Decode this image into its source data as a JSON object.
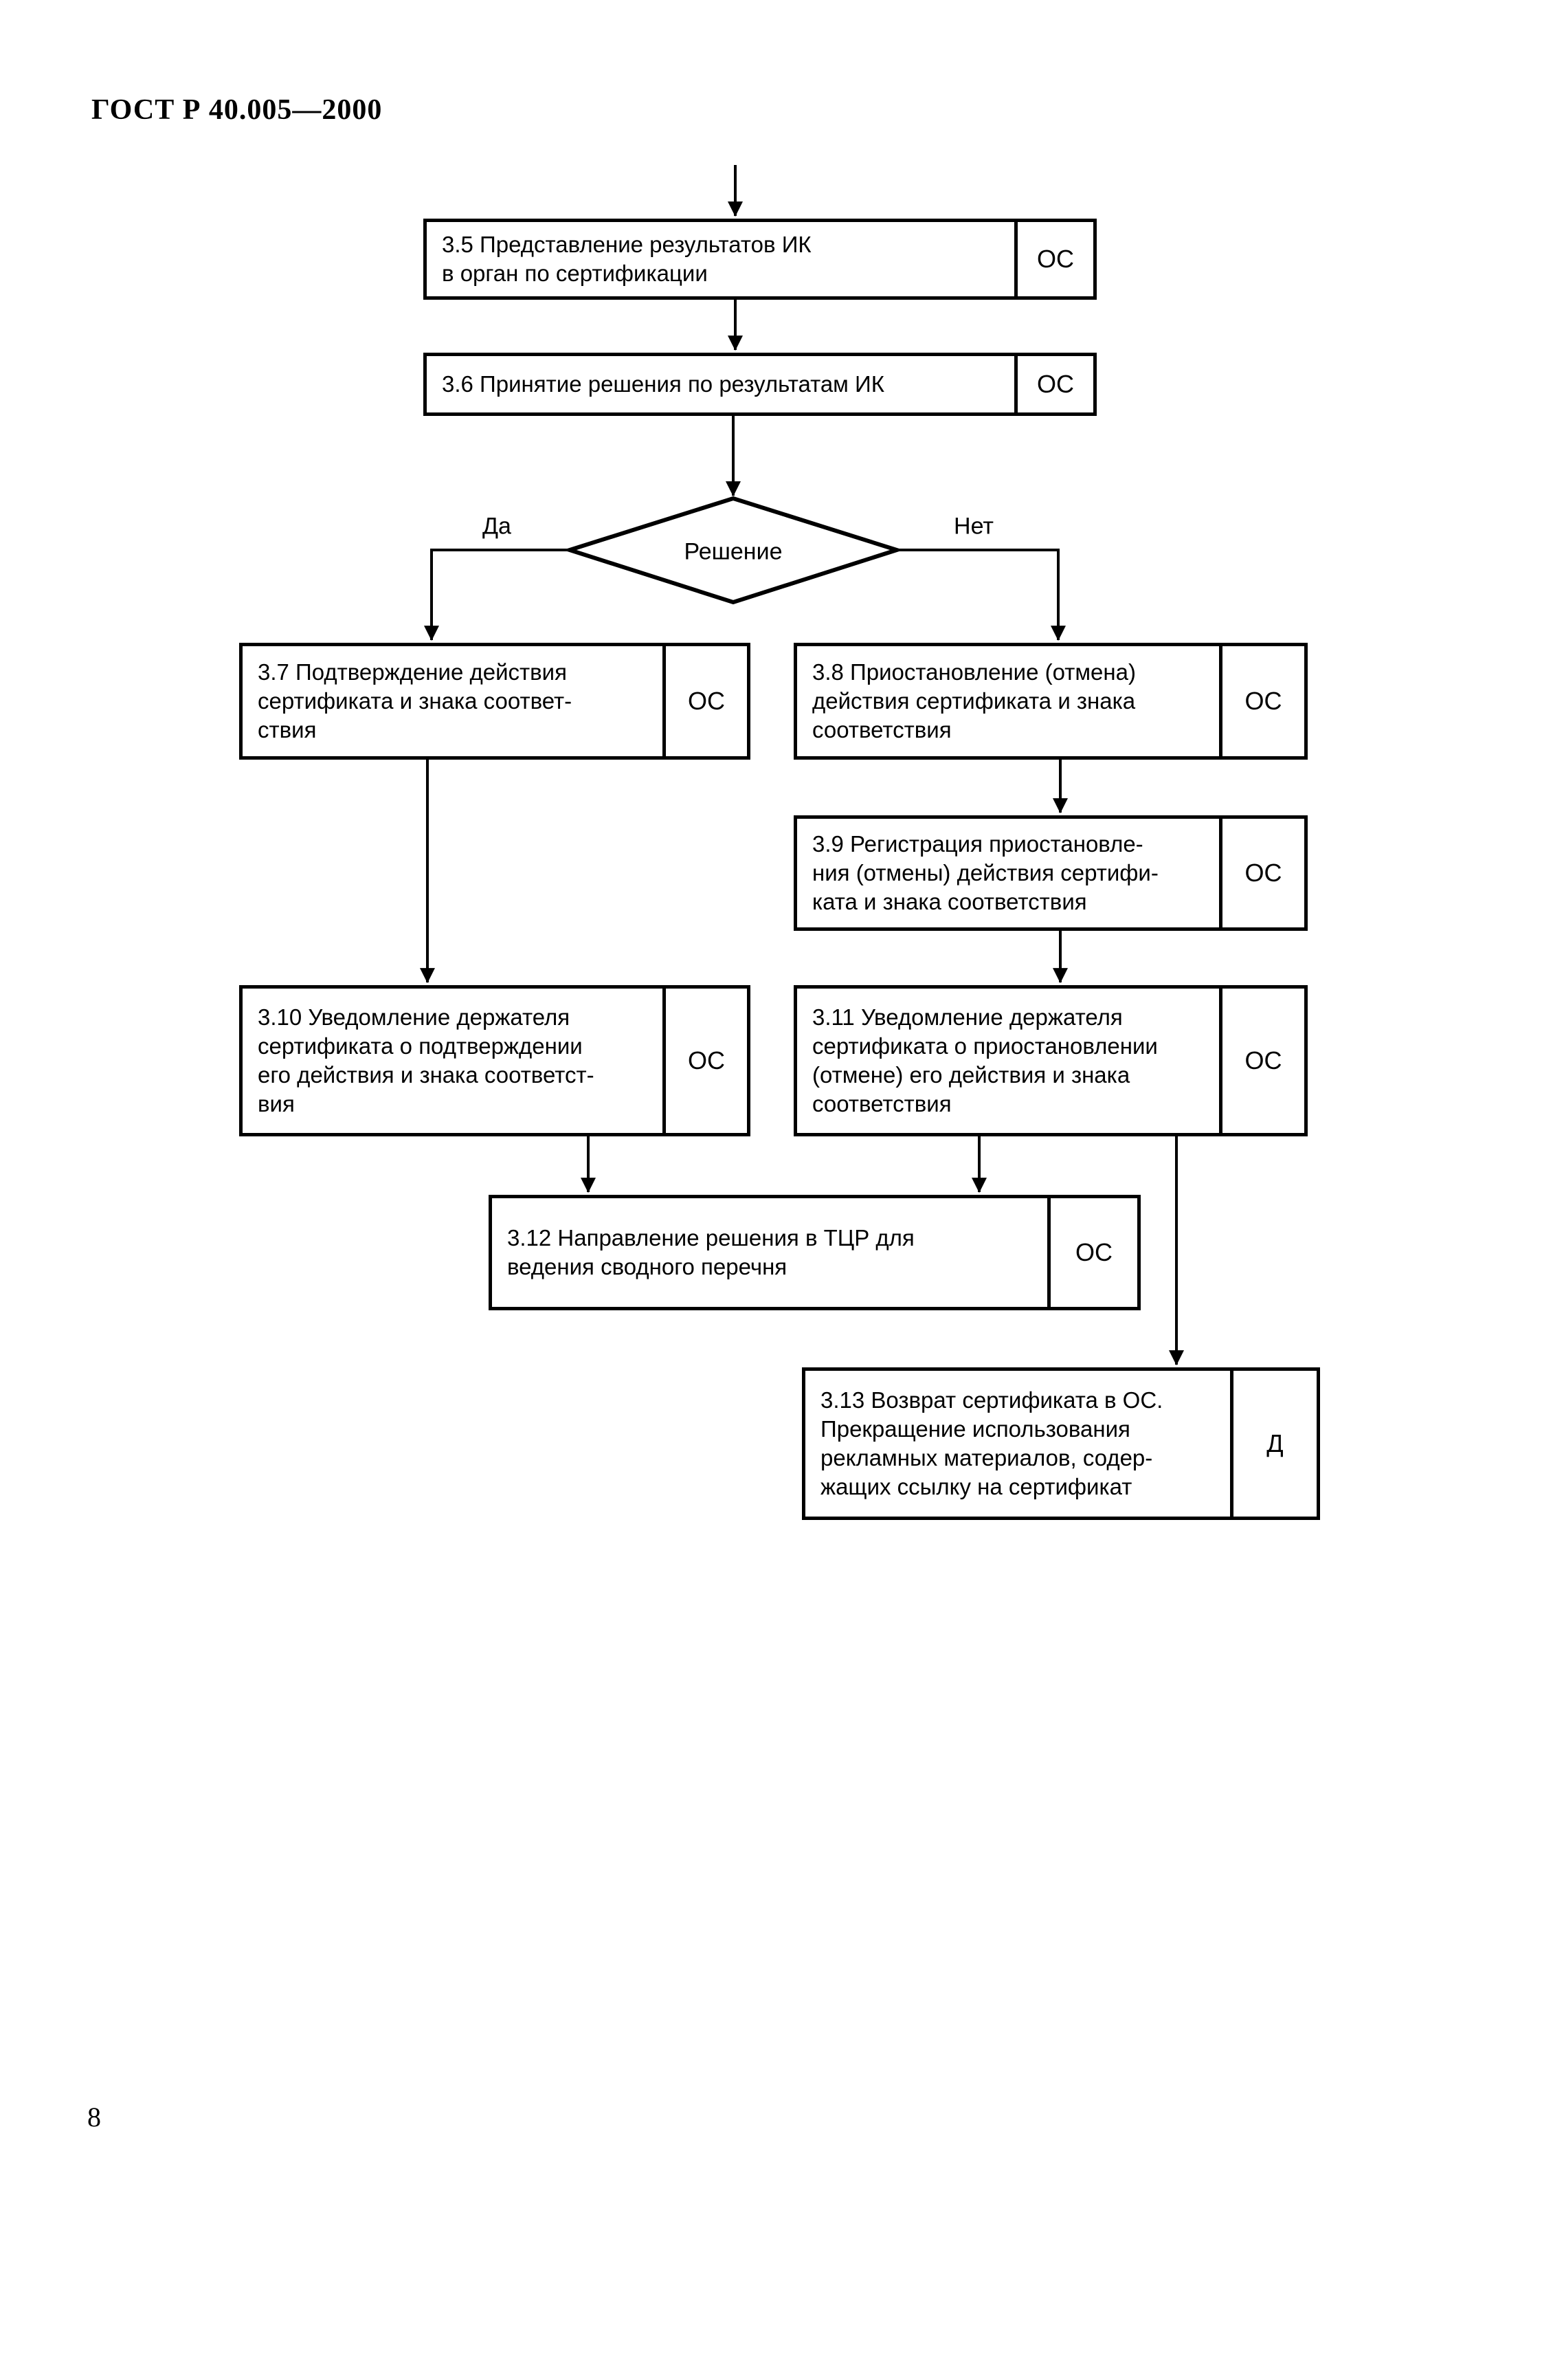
{
  "page": {
    "header": "ГОСТ Р 40.005—2000",
    "page_number": "8"
  },
  "flowchart": {
    "decision": {
      "label": "Решение",
      "yes_label": "Да",
      "no_label": "Нет"
    },
    "boxes": [
      {
        "id": "3.5",
        "text": "3.5 Представление результатов ИК\nв орган по сертификации",
        "executor": "ОС"
      },
      {
        "id": "3.6",
        "text": "3.6 Принятие решения по результатам ИК",
        "executor": "ОС"
      },
      {
        "id": "3.7",
        "text": "3.7 Подтверждение действия\nсертификата и знака соответ-\nствия",
        "executor": "ОС"
      },
      {
        "id": "3.8",
        "text": "3.8 Приостановление (отмена)\nдействия сертификата и знака\nсоответствия",
        "executor": "ОС"
      },
      {
        "id": "3.9",
        "text": "3.9 Регистрация приостановле-\nния (отмены) действия сертифи-\nката и знака соответствия",
        "executor": "ОС"
      },
      {
        "id": "3.10",
        "text": "3.10 Уведомление держателя\nсертификата о подтверждении\nего действия и знака соответст-\nвия",
        "executor": "ОС"
      },
      {
        "id": "3.11",
        "text": "3.11 Уведомление держателя\nсертификата о приостановлении\n(отмене) его действия и знака\nсоответствия",
        "executor": "ОС"
      },
      {
        "id": "3.12",
        "text": "3.12 Направление решения в ТЦР для\nведения сводного перечня",
        "executor": "ОС"
      },
      {
        "id": "3.13",
        "text": "3.13 Возврат сертификата в ОС.\nПрекращение использования\nрекламных материалов, содер-\nжащих ссылку на сертификат",
        "executor": "Д"
      }
    ]
  }
}
